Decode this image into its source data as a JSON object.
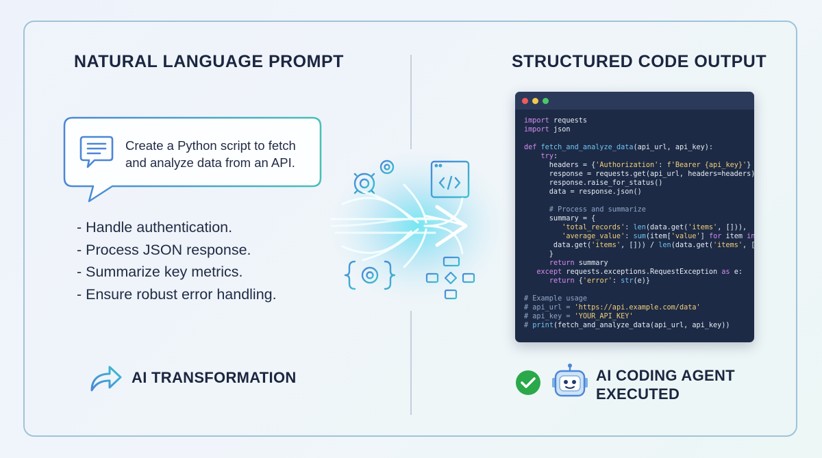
{
  "left": {
    "heading": "NATURAL LANGUAGE PROMPT",
    "prompt_text": "Create a Python script to fetch and analyze data from an API.",
    "bullets": [
      "- Handle authentication.",
      "- Process JSON response.",
      "- Summarize key metrics.",
      "- Ensure robust error handling."
    ],
    "transformation_label": "AI TRANSFORMATION",
    "icons": {
      "bubble": "chat-bubble-icon",
      "transform": "share-arrow-icon"
    }
  },
  "center": {
    "icons": [
      "gears-icon",
      "code-window-icon",
      "code-braces-gear-icon",
      "flowchart-icon",
      "flow-arrow-icon"
    ]
  },
  "right": {
    "heading": "STRUCTURED CODE OUTPUT",
    "code_lines": [
      [
        [
          "kw",
          "import"
        ],
        [
          "pl",
          " requests"
        ]
      ],
      [
        [
          "kw",
          "import"
        ],
        [
          "pl",
          " json"
        ]
      ],
      [],
      [
        [
          "kw",
          "def"
        ],
        [
          "pl",
          " "
        ],
        [
          "fn",
          "fetch_and_analyze_data"
        ],
        [
          "pl",
          "(api_url, api_key):"
        ]
      ],
      [
        [
          "pl",
          "    "
        ],
        [
          "kw",
          "try"
        ],
        [
          "pl",
          ":"
        ]
      ],
      [
        [
          "pl",
          "      headers = {"
        ],
        [
          "str",
          "'Authorization'"
        ],
        [
          "pl",
          ": "
        ],
        [
          "str",
          "f'Bearer {api_key}'"
        ],
        [
          "pl",
          "}"
        ]
      ],
      [
        [
          "pl",
          "      response = requests.get(api_url, headers=headers)"
        ]
      ],
      [
        [
          "pl",
          "      response.raise_for_status()"
        ]
      ],
      [
        [
          "pl",
          "      data = response.json()"
        ]
      ],
      [],
      [
        [
          "cm",
          "      # Process and summarize"
        ]
      ],
      [
        [
          "pl",
          "      summary = {"
        ]
      ],
      [
        [
          "pl",
          "         "
        ],
        [
          "str",
          "'total_records'"
        ],
        [
          "pl",
          ": "
        ],
        [
          "fn",
          "len"
        ],
        [
          "pl",
          "(data.get("
        ],
        [
          "str",
          "'items'"
        ],
        [
          "pl",
          ", [])),"
        ]
      ],
      [
        [
          "pl",
          "         "
        ],
        [
          "str",
          "'average_value'"
        ],
        [
          "pl",
          ": "
        ],
        [
          "fn",
          "sum"
        ],
        [
          "pl",
          "(item["
        ],
        [
          "str",
          "'value'"
        ],
        [
          "pl",
          "] "
        ],
        [
          "kw",
          "for"
        ],
        [
          "pl",
          " item "
        ],
        [
          "kw",
          "in"
        ]
      ],
      [
        [
          "pl",
          "       data.get("
        ],
        [
          "str",
          "'items'"
        ],
        [
          "pl",
          ", [])) / "
        ],
        [
          "fn",
          "len"
        ],
        [
          "pl",
          "(data.get("
        ],
        [
          "str",
          "'items'"
        ],
        [
          "pl",
          ", []))"
        ]
      ],
      [
        [
          "pl",
          "      }"
        ]
      ],
      [
        [
          "pl",
          "      "
        ],
        [
          "kw",
          "return"
        ],
        [
          "pl",
          " summary"
        ]
      ],
      [
        [
          "pl",
          "   "
        ],
        [
          "kw",
          "except"
        ],
        [
          "pl",
          " requests.exceptions.RequestException "
        ],
        [
          "kw",
          "as"
        ],
        [
          "pl",
          " e:"
        ]
      ],
      [
        [
          "pl",
          "      "
        ],
        [
          "kw",
          "return"
        ],
        [
          "pl",
          " {"
        ],
        [
          "str",
          "'error'"
        ],
        [
          "pl",
          ": "
        ],
        [
          "fn",
          "str"
        ],
        [
          "pl",
          "(e)}"
        ]
      ],
      [],
      [
        [
          "cm",
          "# Example usage"
        ]
      ],
      [
        [
          "cm",
          "# api_url = "
        ],
        [
          "str",
          "'https://api.example.com/data'"
        ]
      ],
      [
        [
          "cm",
          "# api_key = "
        ],
        [
          "str",
          "'YOUR_API_KEY'"
        ]
      ],
      [
        [
          "cm",
          "# "
        ],
        [
          "fn",
          "print"
        ],
        [
          "pl",
          "(fetch_and_analyze_data(api_url, api_key))"
        ]
      ]
    ],
    "status_label_line1": "AI CODING AGENT",
    "status_label_line2": "EXECUTED",
    "icons": {
      "check": "check-circle-icon",
      "robot": "robot-icon"
    }
  },
  "colors": {
    "accent_blue": "#4a86d8",
    "accent_teal": "#3cc0cf",
    "code_bg": "#1d2a45",
    "success_green": "#2aa84a"
  }
}
